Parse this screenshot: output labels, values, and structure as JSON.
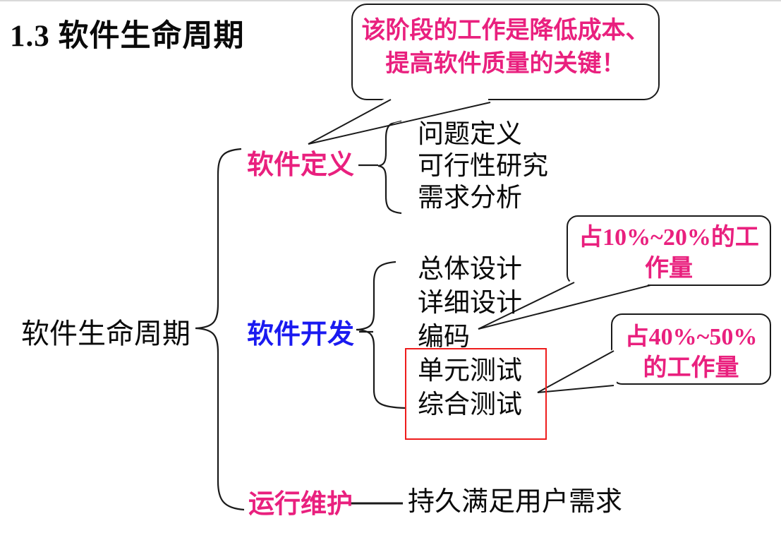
{
  "title": "1.3 软件生命周期",
  "colors": {
    "accent_pink": "#e9207e",
    "accent_blue": "#1a1af0",
    "highlight_red": "#ee1c1c",
    "line_black": "#1a1a1a"
  },
  "root": {
    "label": "软件生命周期"
  },
  "phases": {
    "definition": {
      "label": "软件定义",
      "items": [
        "问题定义",
        "可行性研究",
        "需求分析"
      ]
    },
    "development": {
      "label": "软件开发",
      "items": [
        "总体设计",
        "详细设计",
        "编码",
        "单元测试",
        "综合测试"
      ]
    },
    "maintenance": {
      "label": "运行维护",
      "note": "持久满足用户需求"
    }
  },
  "callouts": {
    "definition_note": {
      "line1": "该阶段的工作是降低成本、",
      "line2": "提高软件质量的关键！"
    },
    "coding_note": {
      "line1": "占10%~20%的工",
      "line2": "作量"
    },
    "testing_note": {
      "line1": "占40%~50%",
      "line2": "的工作量"
    }
  }
}
